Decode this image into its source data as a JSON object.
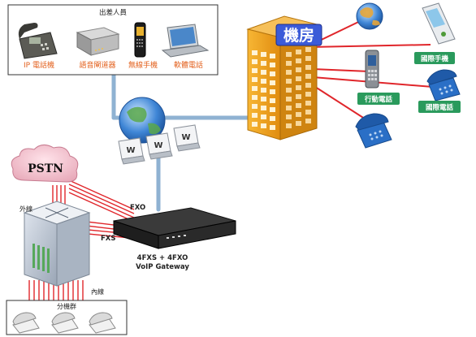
{
  "title_box": {
    "heading": "出差人員",
    "labels": [
      "IP 電話機",
      "語音閘道器",
      "無線手機",
      "軟體電話"
    ]
  },
  "building_label": "機房",
  "mobile_label": "行動電話",
  "intl_mobile_label": "國際手機",
  "intl_phone_label": "國際電話",
  "pstn_label": "PSTN",
  "outer_line_label": "外線",
  "inner_line_label": "內線",
  "fxo_label": "FXO",
  "fxs_label": "FXS",
  "gateway_label_line1": "4FXS + 4FXO",
  "gateway_label_line2": "VoIP Gateway",
  "extension_label": "分機群",
  "www_keys": [
    "W",
    "W",
    "W"
  ],
  "colors": {
    "red_line": "#e0262b",
    "blue_line": "#8fb2d2",
    "building": "#f0a21a",
    "badge": "#2a9a5c",
    "orange_text": "#e3621f"
  }
}
